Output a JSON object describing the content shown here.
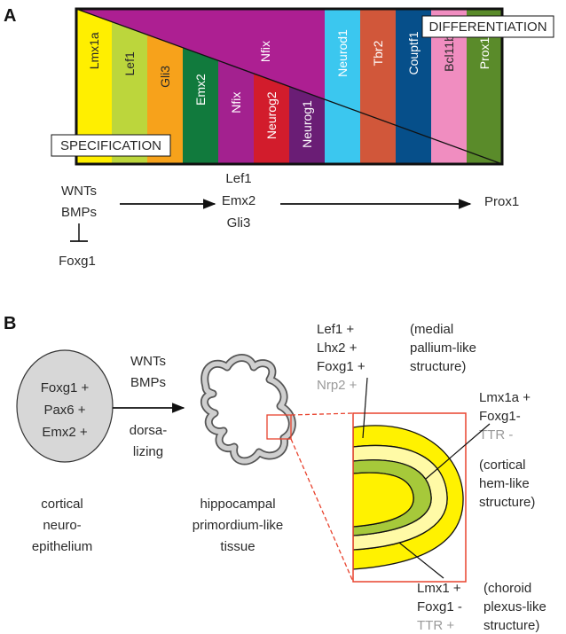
{
  "panel_a": {
    "letter": "A",
    "columns": [
      {
        "label": "Lmx1a",
        "color": "#ffef00"
      },
      {
        "label": "Lef1",
        "color": "#bcd63c"
      },
      {
        "label": "Gli3",
        "color": "#f7a21b"
      },
      {
        "label": "Emx2",
        "color": "#117a3d"
      },
      {
        "label": "Nfix",
        "color": "#a3218f"
      },
      {
        "label": "Neurog2",
        "color": "#d21c2c"
      },
      {
        "label": "Neurog1",
        "color": "#6a1d75"
      },
      {
        "label": "Neurod1",
        "color": "#3bc7ef"
      },
      {
        "label": "Tbr2",
        "color": "#d1573a"
      },
      {
        "label": "Couptf1",
        "color": "#064f8a"
      },
      {
        "label": "Bcl11b",
        "color": "#f08dc0"
      },
      {
        "label": "Prox1",
        "color": "#5a8b2a"
      }
    ],
    "nfix_band_label": "Nfix",
    "nfix_band_color": "#ad1f92",
    "specification_label": "SPECIFICATION",
    "differentiation_label": "DIFFERENTIATION",
    "pathway": {
      "start": [
        "WNTs",
        "BMPs"
      ],
      "inhibited": "Foxg1",
      "middle": [
        "Lef1",
        "Emx2",
        "Gli3"
      ],
      "end": "Prox1"
    }
  },
  "panel_b": {
    "letter": "B",
    "cortical_markers": [
      "Foxg1 +",
      "Pax6 +",
      "Emx2 +"
    ],
    "cortical_caption": [
      "cortical",
      "neuro-",
      "epithelium"
    ],
    "signals": [
      "WNTs",
      "BMPs"
    ],
    "process": [
      "dorsa-",
      "lizing"
    ],
    "tissue_caption": [
      "hippocampal",
      "primordium-like",
      "tissue"
    ],
    "medial": {
      "markers": [
        "Lef1 +",
        "Lhx2 +",
        "Foxg1 +"
      ],
      "gray_marker": "Nrp2 +",
      "caption": [
        "(medial",
        "pallium-like",
        "structure)"
      ]
    },
    "hem": {
      "markers": [
        "Lmx1a +",
        "Foxg1-"
      ],
      "gray_marker": "TTR -",
      "caption": [
        "(cortical",
        "hem-like",
        "structure)"
      ]
    },
    "choroid": {
      "markers": [
        "Lmx1 +",
        "Foxg1 -"
      ],
      "gray_marker": "TTR +",
      "caption": [
        "(choroid",
        "plexus-like",
        "structure)"
      ]
    },
    "colors": {
      "yellow": "#fff200",
      "pale_yellow": "#fffaa6",
      "green": "#a6c93a",
      "zoom_red": "#e8432e",
      "oval_gray": "#d7d7d7"
    }
  }
}
